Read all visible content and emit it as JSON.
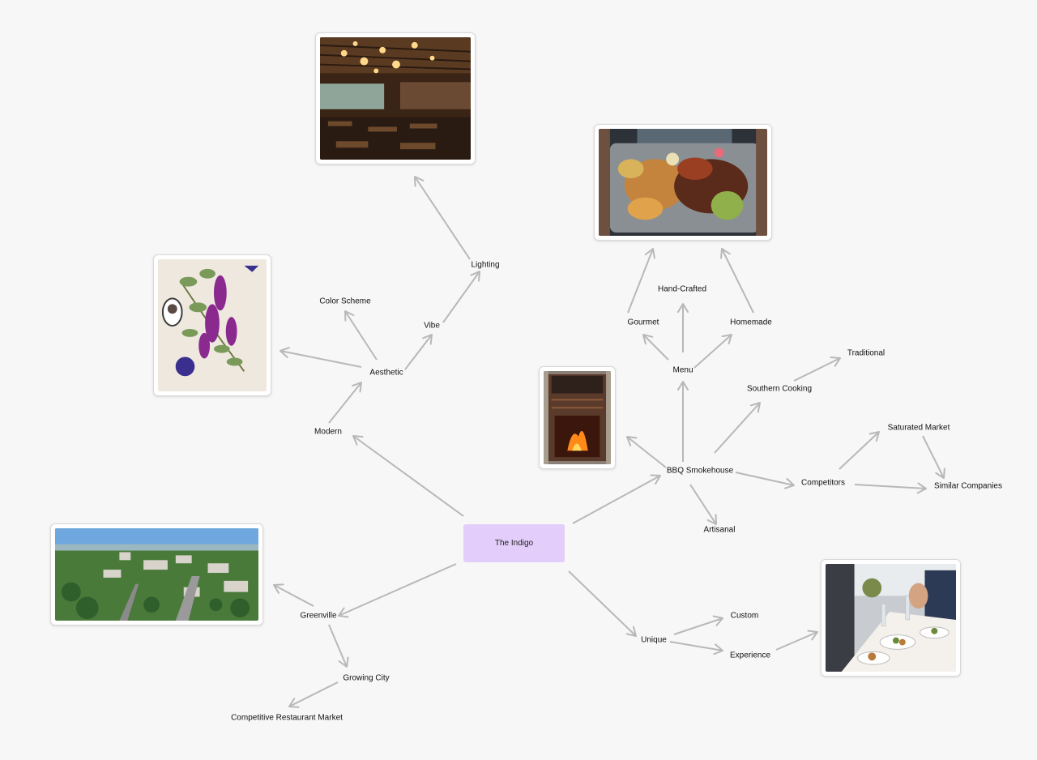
{
  "mindmap": {
    "root": {
      "label": "The Indigo"
    },
    "nodes": {
      "modern": "Modern",
      "aesthetic": "Aesthetic",
      "color_scheme": "Color Scheme",
      "vibe": "Vibe",
      "lighting": "Lighting",
      "bbq": "BBQ Smokehouse",
      "menu": "Menu",
      "gourmet": "Gourmet",
      "hand_crafted": "Hand-Crafted",
      "homemade": "Homemade",
      "southern_cooking": "Southern Cooking",
      "traditional": "Traditional",
      "competitors": "Competitors",
      "saturated_market": "Saturated Market",
      "similar_companies": "Similar Companies",
      "artisanal": "Artisanal",
      "greenville": "Greenville",
      "growing_city": "Growing City",
      "competitive_market": "Competitive Restaurant Market",
      "unique": "Unique",
      "custom": "Custom",
      "experience": "Experience"
    },
    "images": {
      "restaurant_interior": "restaurant-interior-photo",
      "indigo_botanical": "indigo-botanical-illustration",
      "bbq_platter": "bbq-platter-photo",
      "smoker_fire": "smoker-fire-photo",
      "greenville_aerial": "greenville-aerial-photo",
      "dining_experience": "dining-experience-photo"
    },
    "colors": {
      "root_fill": "#e3cdfa",
      "arrow": "#b8b8b8",
      "canvas": "#f7f7f7"
    }
  }
}
